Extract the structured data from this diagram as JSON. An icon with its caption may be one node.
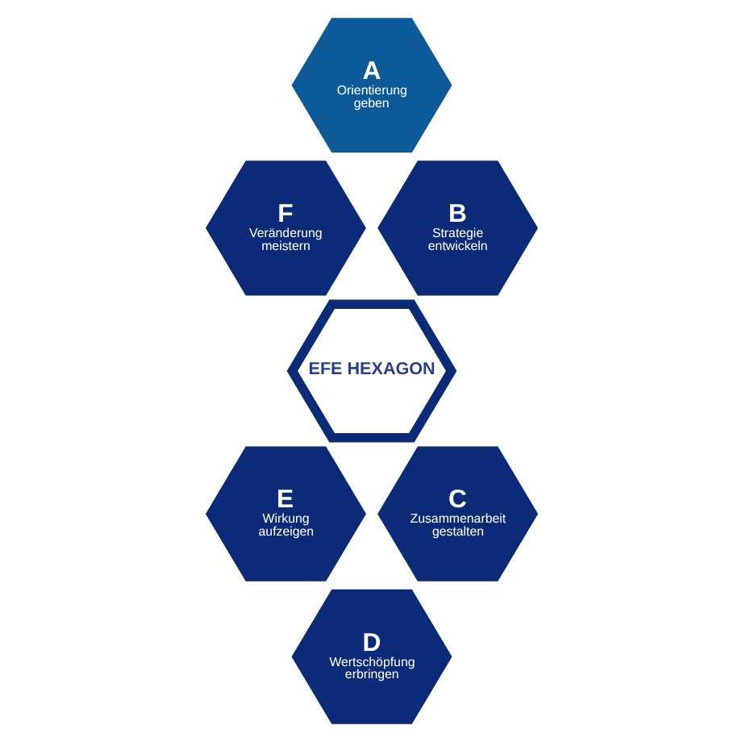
{
  "diagram": {
    "nodes": [
      {
        "text": [
          "A",
          "Orientierung geben"
        ]
      },
      {
        "text": [
          "F",
          "Veränderung meistern"
        ]
      },
      {
        "text": [
          "B",
          "Strategie entwickeln"
        ]
      },
      {
        "text": [
          "EFE HEXAGON"
        ]
      },
      {
        "text": [
          "E",
          "Wirkung aufzeigen"
        ]
      },
      {
        "text": [
          "C",
          "Zusammenarbeit gestalten"
        ]
      },
      {
        "text": [
          "D",
          "Wertschöpfung erbringen"
        ]
      }
    ],
    "edges": []
  }
}
